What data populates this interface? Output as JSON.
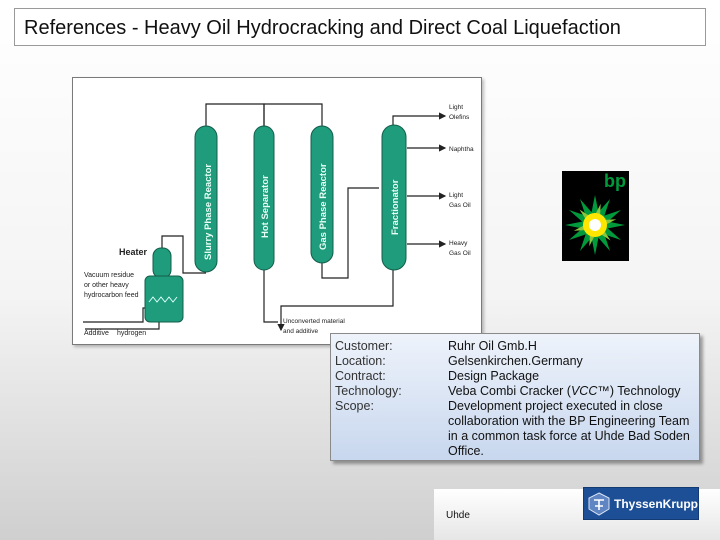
{
  "slide": {
    "title": "References - Heavy Oil Hydrocracking and Direct Coal Liquefaction"
  },
  "diagram": {
    "heater_label": "Heater",
    "columns": [
      "Slurry Phase Reactor",
      "Hot Separator",
      "Gas Phase Reactor",
      "Fractionator"
    ],
    "feed_label_lines": [
      "Vacuum residue",
      "or other heavy",
      "hydrocarbon feed"
    ],
    "additive_label": "Additive",
    "hydrogen_label": "hydrogen",
    "products": [
      [
        "Light",
        "Olefins"
      ],
      [
        "Naphtha"
      ],
      [
        "Light",
        "Gas Oil"
      ],
      [
        "Heavy",
        "Gas Oil"
      ]
    ],
    "unconverted_lines": [
      "Unconverted material",
      "and additive"
    ],
    "colors": {
      "vessel": "#1f9c7c",
      "line": "#222222"
    }
  },
  "logos": {
    "bp_text": "bp",
    "bp_colors": {
      "green": "#009a3d",
      "yellow": "#ffe600",
      "white": "#ffffff"
    },
    "thyssenkrupp_text": "ThyssenKrupp",
    "uhde_text": "Uhde"
  },
  "info": {
    "labels": [
      "Customer:",
      "Location:",
      "Contract:",
      "Technology:",
      "Scope:"
    ],
    "customer": "Ruhr Oil Gmb.H",
    "location": "Gelsenkirchen.Germany",
    "contract": "Design Package",
    "technology_pre": "Veba Combi Cracker (",
    "technology_italic": "VCC™",
    "technology_post": ") Technology",
    "scope": "Development project executed in close collaboration with the BP Engineering Team in a common task force at Uhde Bad Soden Office."
  }
}
